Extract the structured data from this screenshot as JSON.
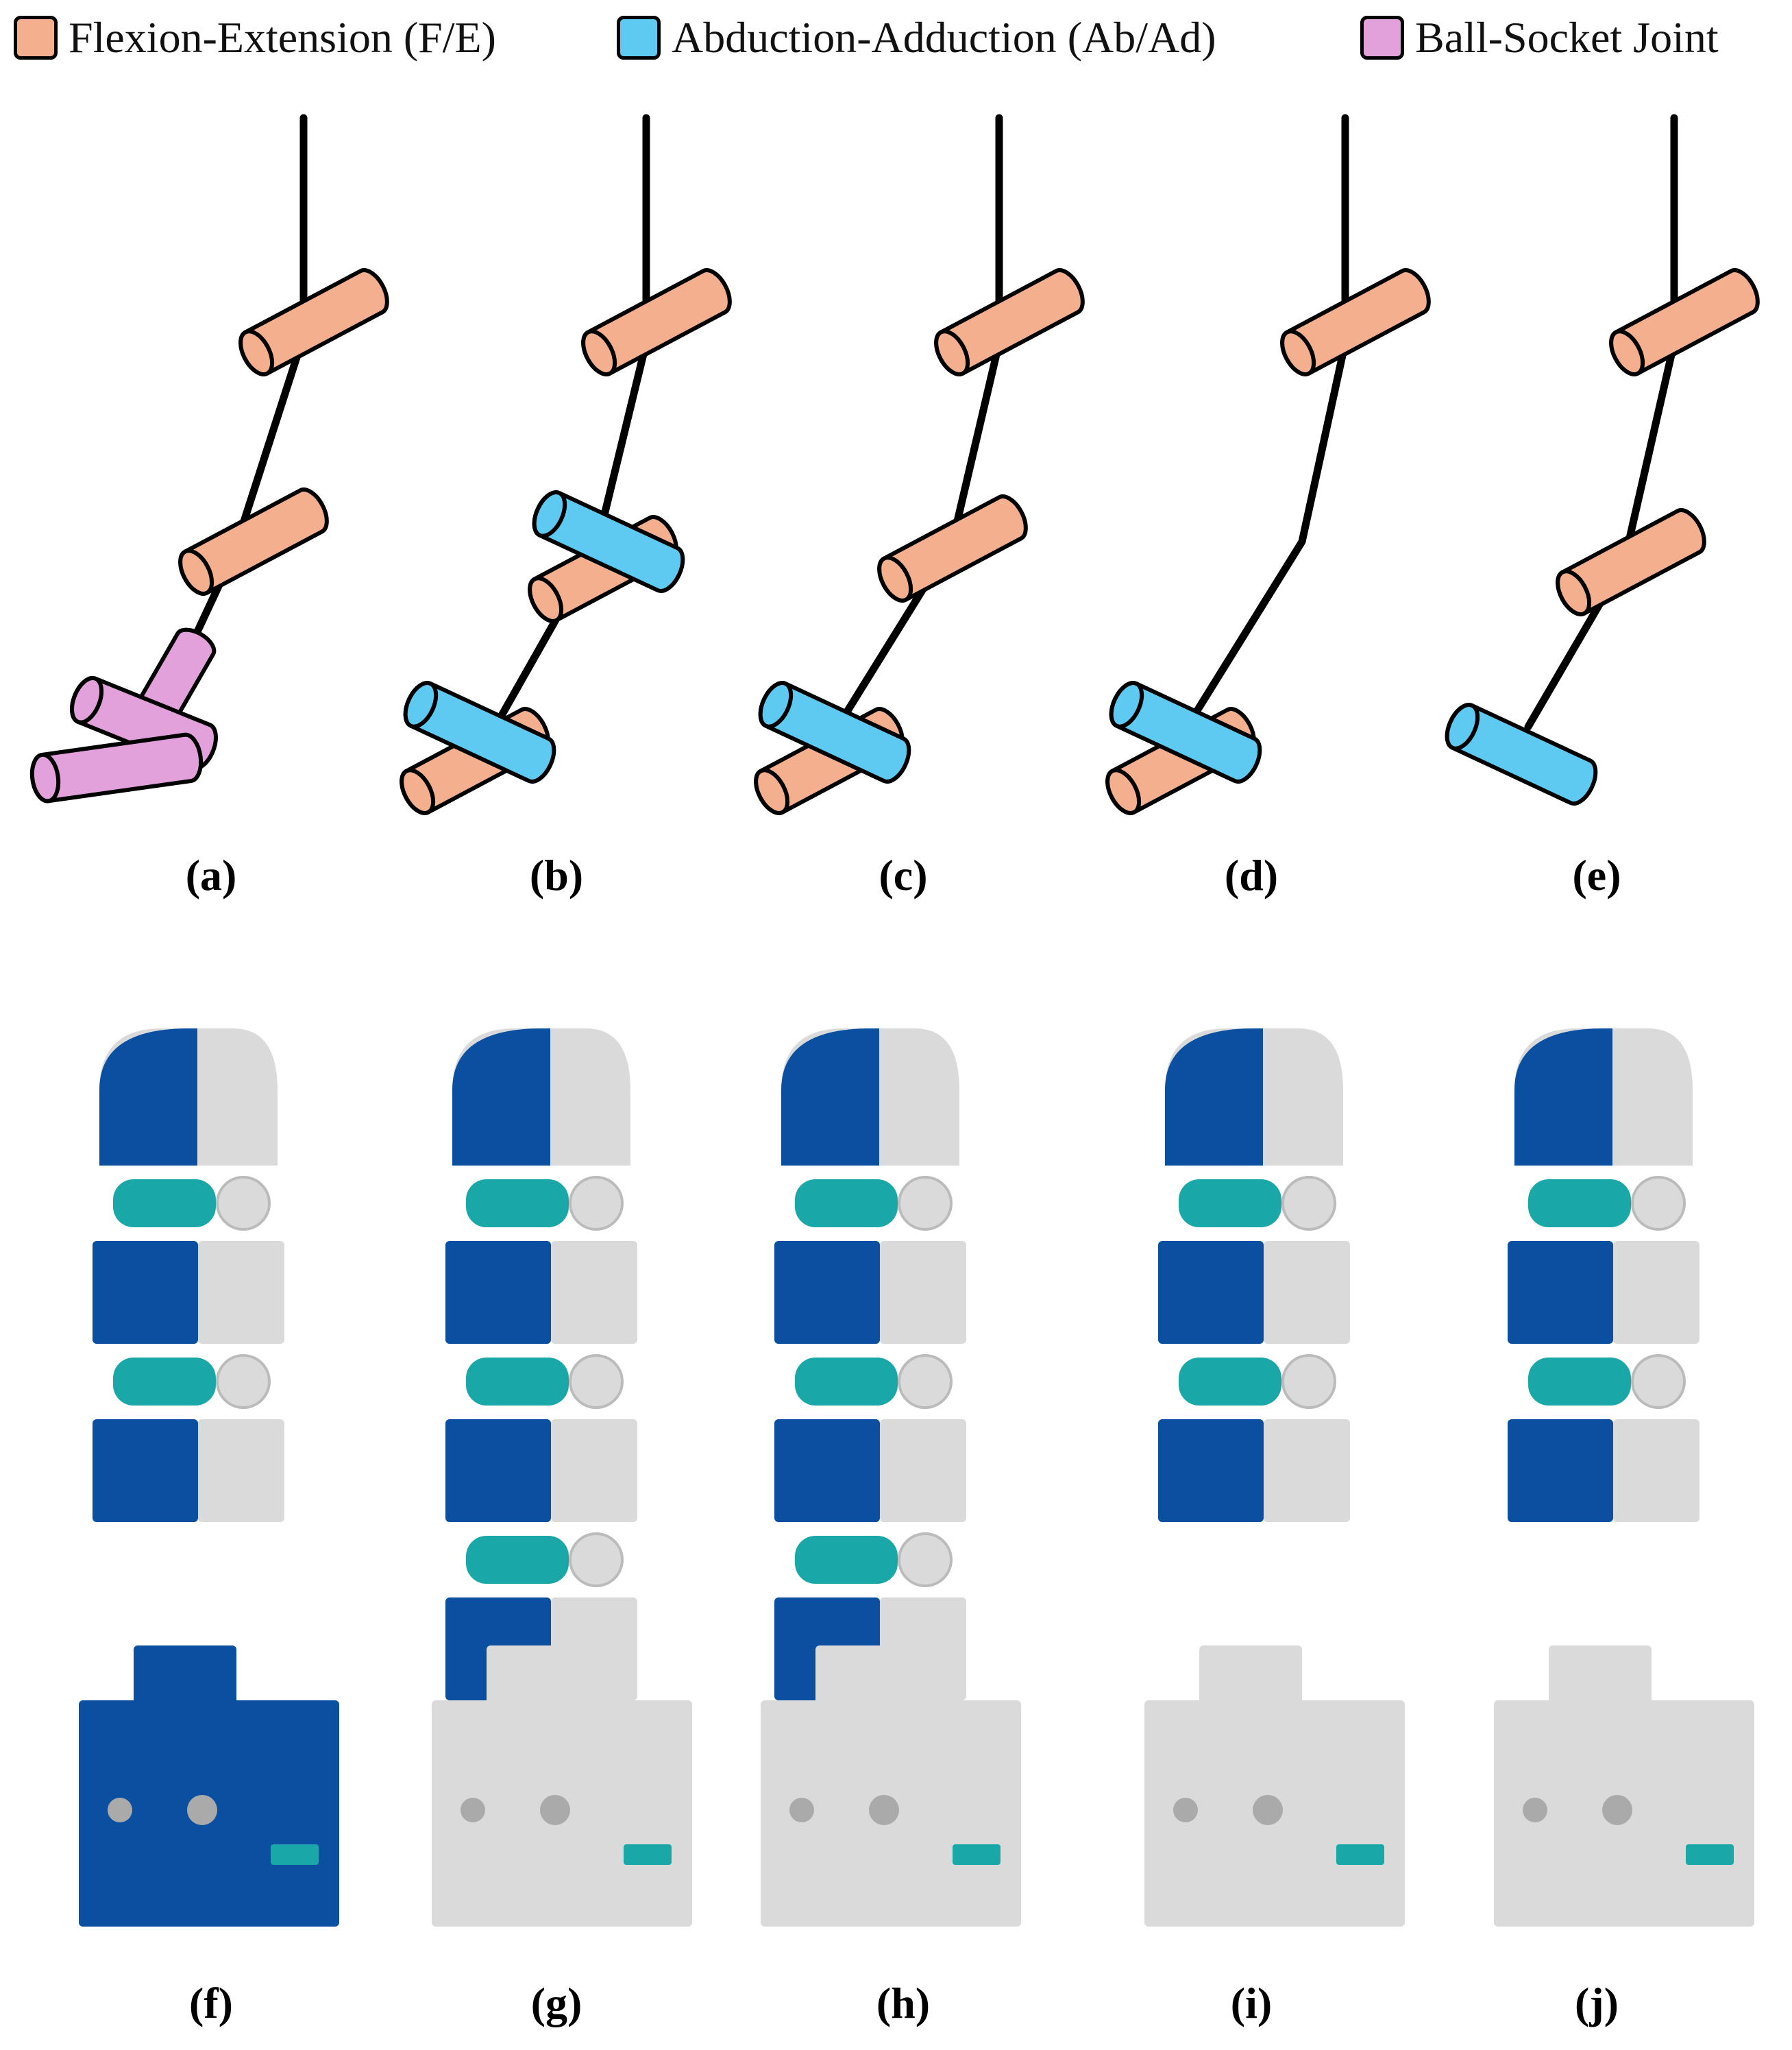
{
  "legend": [
    {
      "label": "Flexion-Extension (F/E)",
      "color": "#f4b08e",
      "icon": "fe-joint-swatch"
    },
    {
      "label": "Abduction-Adduction (Ab/Ad)",
      "color": "#5ecaf2",
      "icon": "abad-joint-swatch"
    },
    {
      "label": "Ball-Socket Joint",
      "color": "#e3a1dc",
      "icon": "ball-socket-swatch"
    }
  ],
  "captions": {
    "a": "(a)",
    "b": "(b)",
    "c": "(c)",
    "d": "(d)",
    "e": "(e)",
    "f": "(f)",
    "g": "(g)",
    "h": "(h)",
    "i": "(i)",
    "j": "(j)"
  },
  "colors": {
    "fe": "#f4b08e",
    "abad": "#5ecaf2",
    "ball": "#e3a1dc",
    "finger_blue": "#0a4fa0",
    "finger_gray": "#dadada",
    "finger_teal": "#1aa7a7"
  }
}
